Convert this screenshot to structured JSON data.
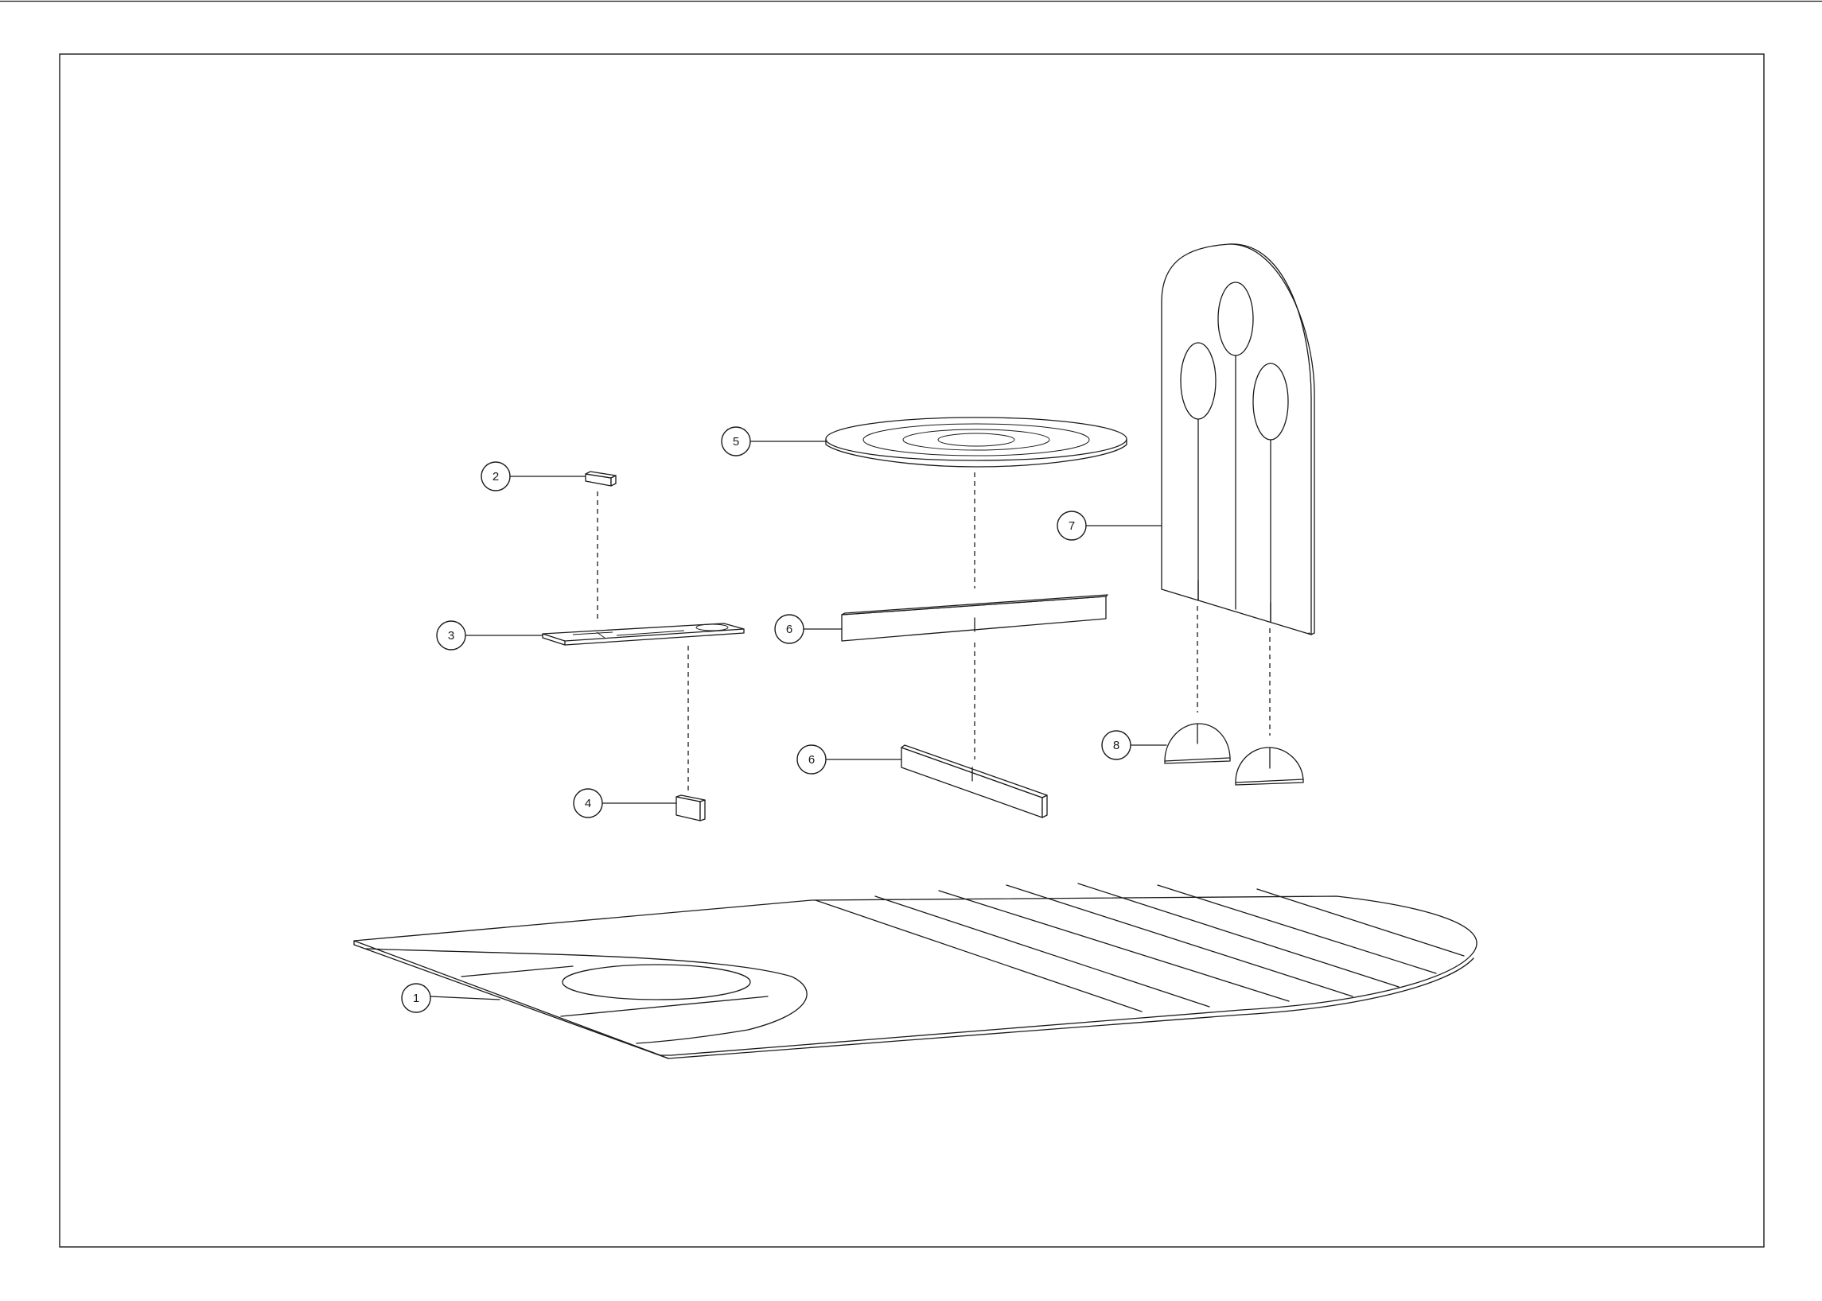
{
  "colors": {
    "line": "#1a1a1a",
    "paper": "#ffffff"
  },
  "parts": [
    {
      "id": "1",
      "label": "1"
    },
    {
      "id": "2",
      "label": "2"
    },
    {
      "id": "3",
      "label": "3"
    },
    {
      "id": "4",
      "label": "4"
    },
    {
      "id": "5",
      "label": "5"
    },
    {
      "id": "6a",
      "label": "6"
    },
    {
      "id": "6b",
      "label": "6"
    },
    {
      "id": "7",
      "label": "7"
    },
    {
      "id": "8",
      "label": "8"
    }
  ]
}
